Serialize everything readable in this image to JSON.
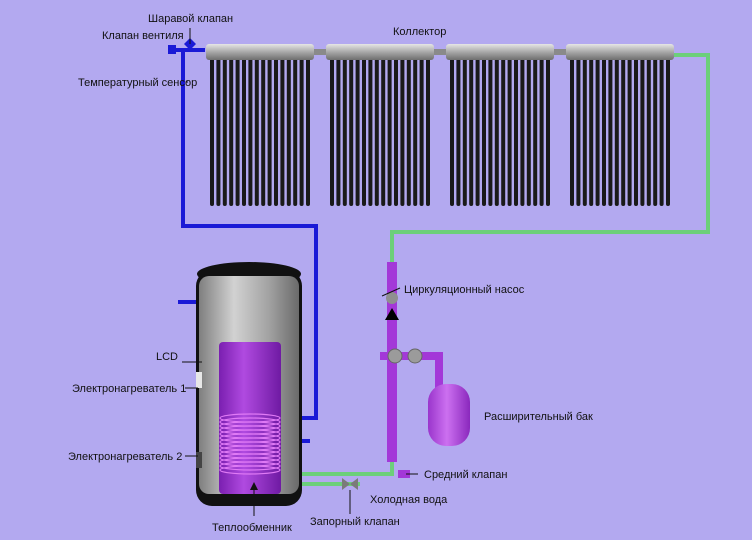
{
  "labels": {
    "ball_valve": "Шаравой клапан",
    "vent_valve": "Клапан вентиля",
    "temp_sensor": "Температурный сенсор",
    "collector": "Коллектор",
    "circulation_pump": "Циркуляционный насос",
    "lcd": "LCD",
    "heater1": "Электронагреватель 1",
    "heater2": "Электронагреватель 2",
    "expansion_tank": "Расширительный бак",
    "middle_valve": "Средний клапан",
    "cold_water": "Холодная вода",
    "shutoff_valve": "Запорный клапан",
    "heat_exchanger": "Теплообменник"
  },
  "colors": {
    "background": "#b3a9f0",
    "hot_pipe": "#1a1ad6",
    "return_pipe": "#6ccf7a",
    "pump_pipe": "#a338d8",
    "tank_body": "#a6a6a6",
    "heat_exchanger": "#a23bd6",
    "collector_header": "#9a9a9a",
    "collector_tubes": "#1a1a1a"
  },
  "collector": {
    "panels": 4,
    "tubes_per_panel": 16
  }
}
